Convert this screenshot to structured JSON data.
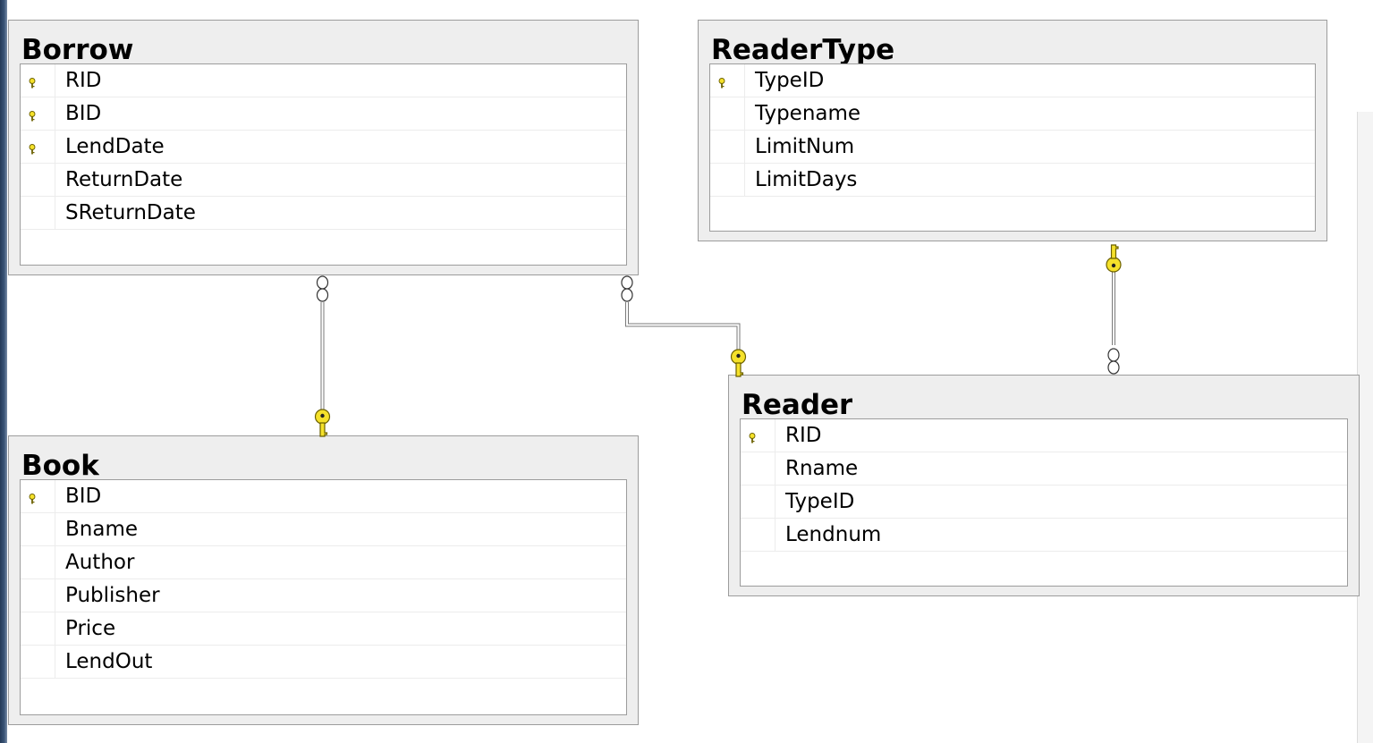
{
  "tables": {
    "borrow": {
      "title": "Borrow",
      "columns": [
        {
          "name": "RID",
          "key": true
        },
        {
          "name": "BID",
          "key": true
        },
        {
          "name": "LendDate",
          "key": true
        },
        {
          "name": "ReturnDate",
          "key": false
        },
        {
          "name": "SReturnDate",
          "key": false
        }
      ]
    },
    "readertype": {
      "title": "ReaderType",
      "columns": [
        {
          "name": "TypeID",
          "key": true
        },
        {
          "name": "Typename",
          "key": false
        },
        {
          "name": "LimitNum",
          "key": false
        },
        {
          "name": "LimitDays",
          "key": false
        }
      ]
    },
    "book": {
      "title": "Book",
      "columns": [
        {
          "name": "BID",
          "key": true
        },
        {
          "name": "Bname",
          "key": false
        },
        {
          "name": "Author",
          "key": false
        },
        {
          "name": "Publisher",
          "key": false
        },
        {
          "name": "Price",
          "key": false
        },
        {
          "name": "LendOut",
          "key": false
        }
      ]
    },
    "reader": {
      "title": "Reader",
      "columns": [
        {
          "name": "RID",
          "key": true
        },
        {
          "name": "Rname",
          "key": false
        },
        {
          "name": "TypeID",
          "key": false
        },
        {
          "name": "Lendnum",
          "key": false
        }
      ]
    }
  },
  "relationships": [
    {
      "from": "Borrow",
      "to": "Book",
      "many_icon": "infinity-icon",
      "one_icon": "key-icon"
    },
    {
      "from": "Borrow",
      "to": "Reader",
      "many_icon": "infinity-icon",
      "one_icon": "key-icon"
    },
    {
      "from": "Reader",
      "to": "ReaderType",
      "many_icon": "infinity-icon",
      "one_icon": "key-icon"
    }
  ],
  "colors": {
    "key_fill": "#f5e12a",
    "key_stroke": "#6b6000",
    "line": "#7a7a7a"
  }
}
